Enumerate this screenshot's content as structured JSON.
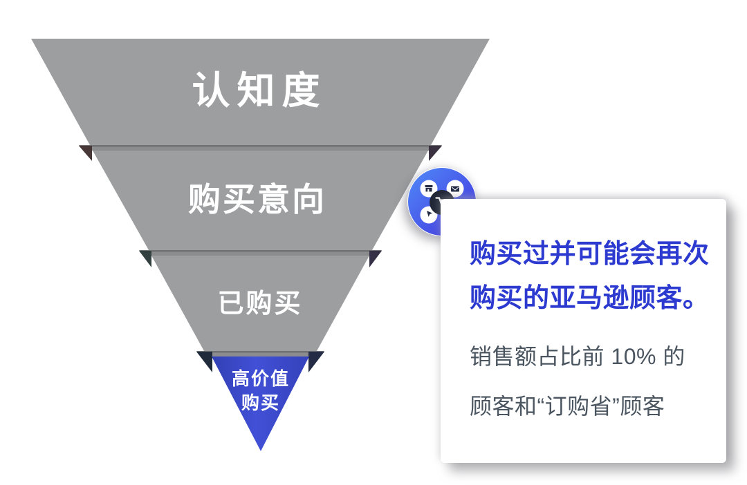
{
  "page": {
    "background": "#ffffff"
  },
  "funnel": {
    "stages": [
      {
        "label": "认知度"
      },
      {
        "label": "购买意向"
      },
      {
        "label": "已购买"
      },
      {
        "label_line1": "高价值",
        "label_line2": "购买"
      }
    ],
    "colors": {
      "stage_gray": "#9d9ea0",
      "stage_blue": "#3c49cc",
      "junction_band": "#8b8c8e"
    }
  },
  "badge": {
    "icons": {
      "center": "cart-icon",
      "top_left": "store-icon",
      "top_right": "mail-icon",
      "bottom_left": "cursor-icon",
      "bottom_right": "chat-icon"
    },
    "colors": {
      "gradient_start": "#4f8bf9",
      "gradient_end": "#4330dc",
      "hub": "#202636",
      "mini_circle": "#ffffff"
    }
  },
  "card": {
    "heading_line1": "购买过并可能会再次",
    "heading_line2": "购买的亚马逊顾客。",
    "body_line1": "销售额占比前 10% 的",
    "body_line2": "顾客和“订购省”顾客",
    "colors": {
      "heading": "#2c3ad0",
      "body": "#4a5560",
      "background": "#ffffff"
    }
  }
}
